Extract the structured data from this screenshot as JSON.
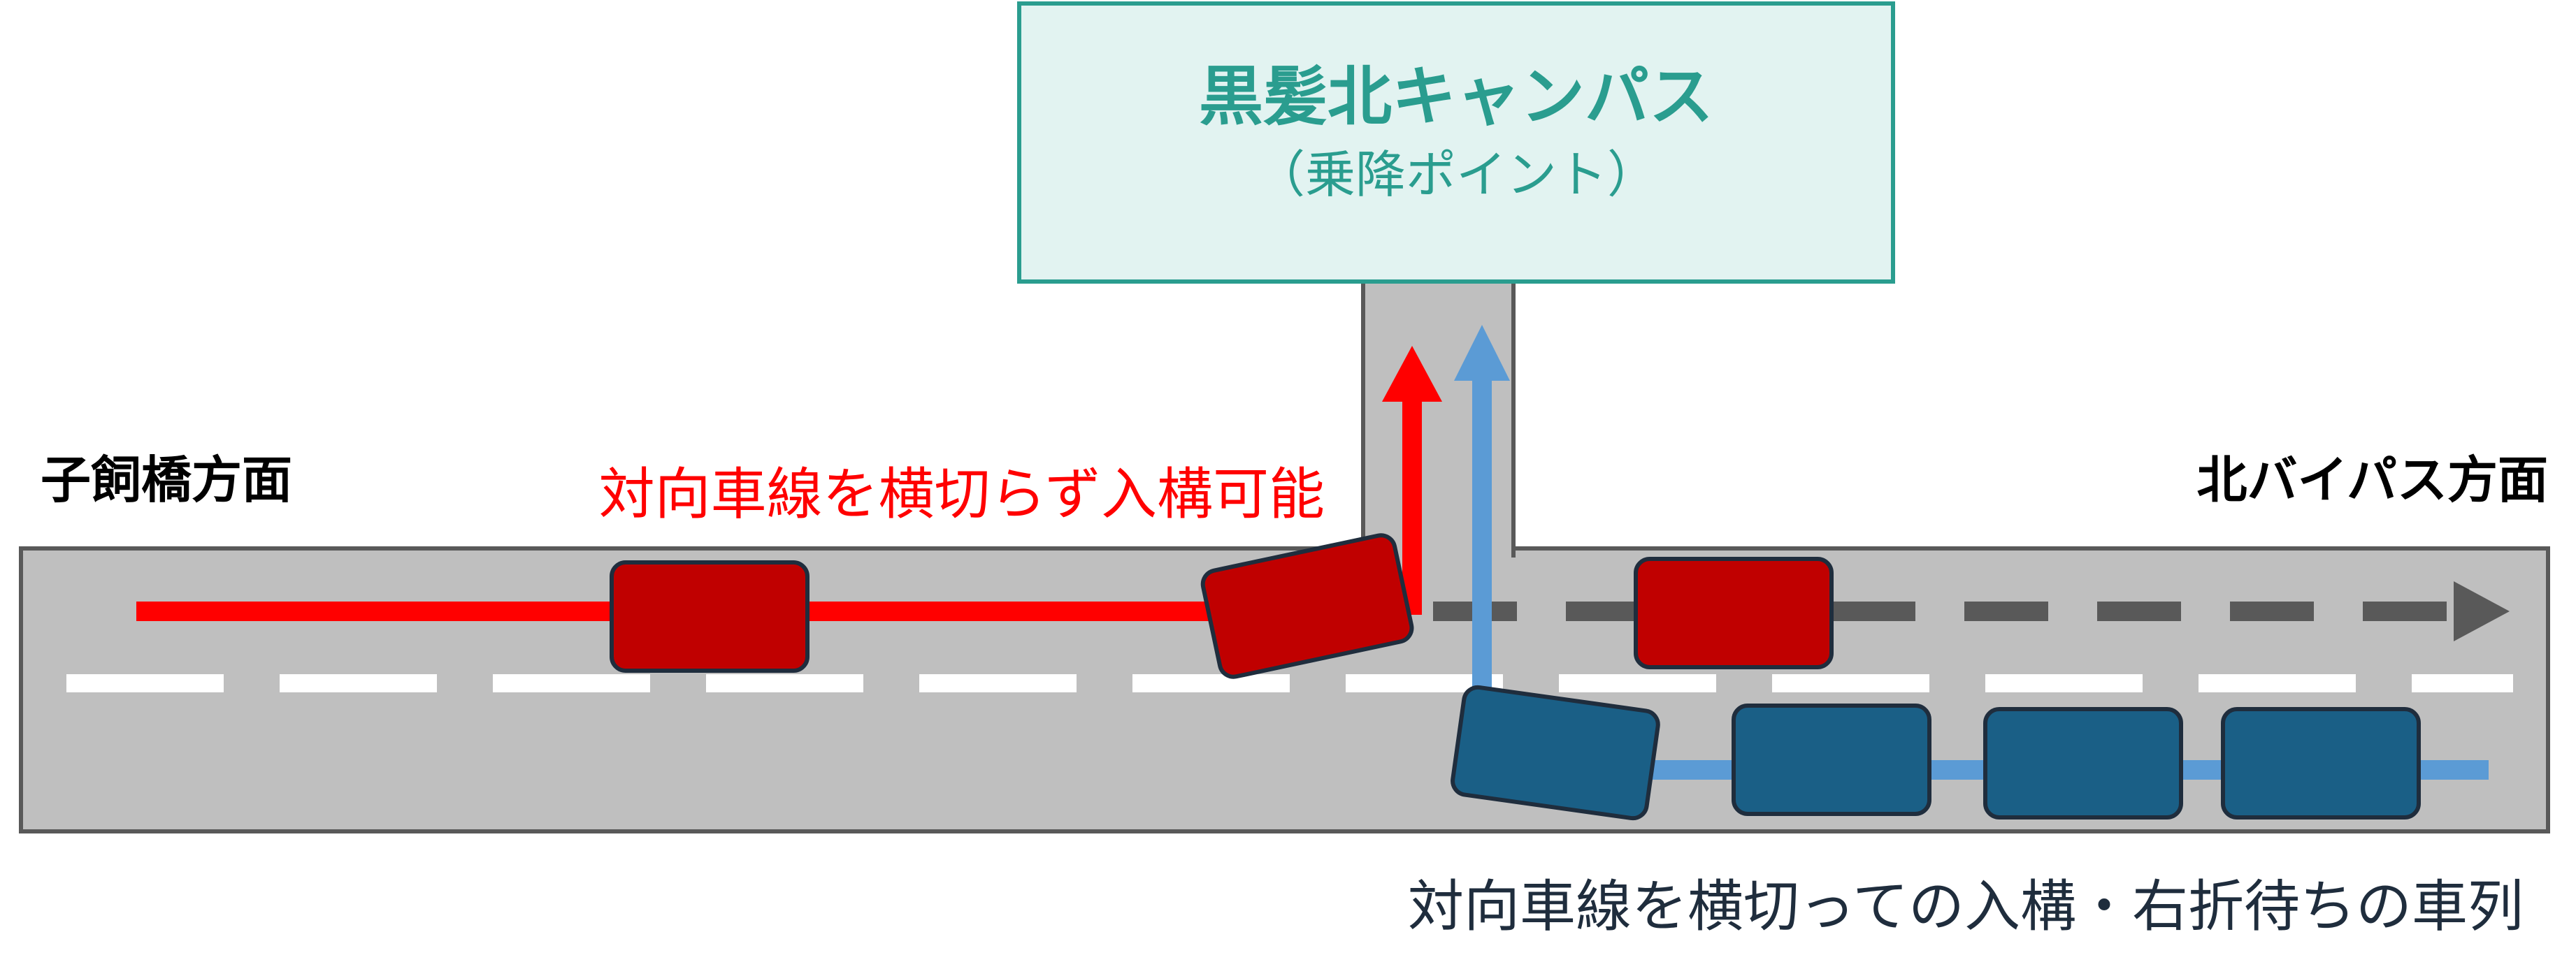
{
  "campus_box": {
    "title": "黒髪北キャンパス",
    "subtitle": "（乗降ポイント）"
  },
  "labels": {
    "left_direction": "子飼橋方面",
    "right_direction": "北バイパス方面",
    "red_route_caption": "対向車線を横切らず入構可能",
    "blue_queue_caption": "対向車線を横切っての入構・右折待ちの車列"
  },
  "colors": {
    "road": "#bfbfbf",
    "road_edge": "#595959",
    "campus_fill": "#e2f3f1",
    "campus_stroke": "#2a9d8f",
    "campus_text": "#2a9d8f",
    "red_route": "#ff0000",
    "red_car": "#c00000",
    "blue_route": "#5b9bd5",
    "blue_car": "#1a5f86",
    "car_outline": "#1f2d3d",
    "center_dash": "#ffffff",
    "gray_arrow": "#595959",
    "caption_dark": "#1f2d3d"
  }
}
